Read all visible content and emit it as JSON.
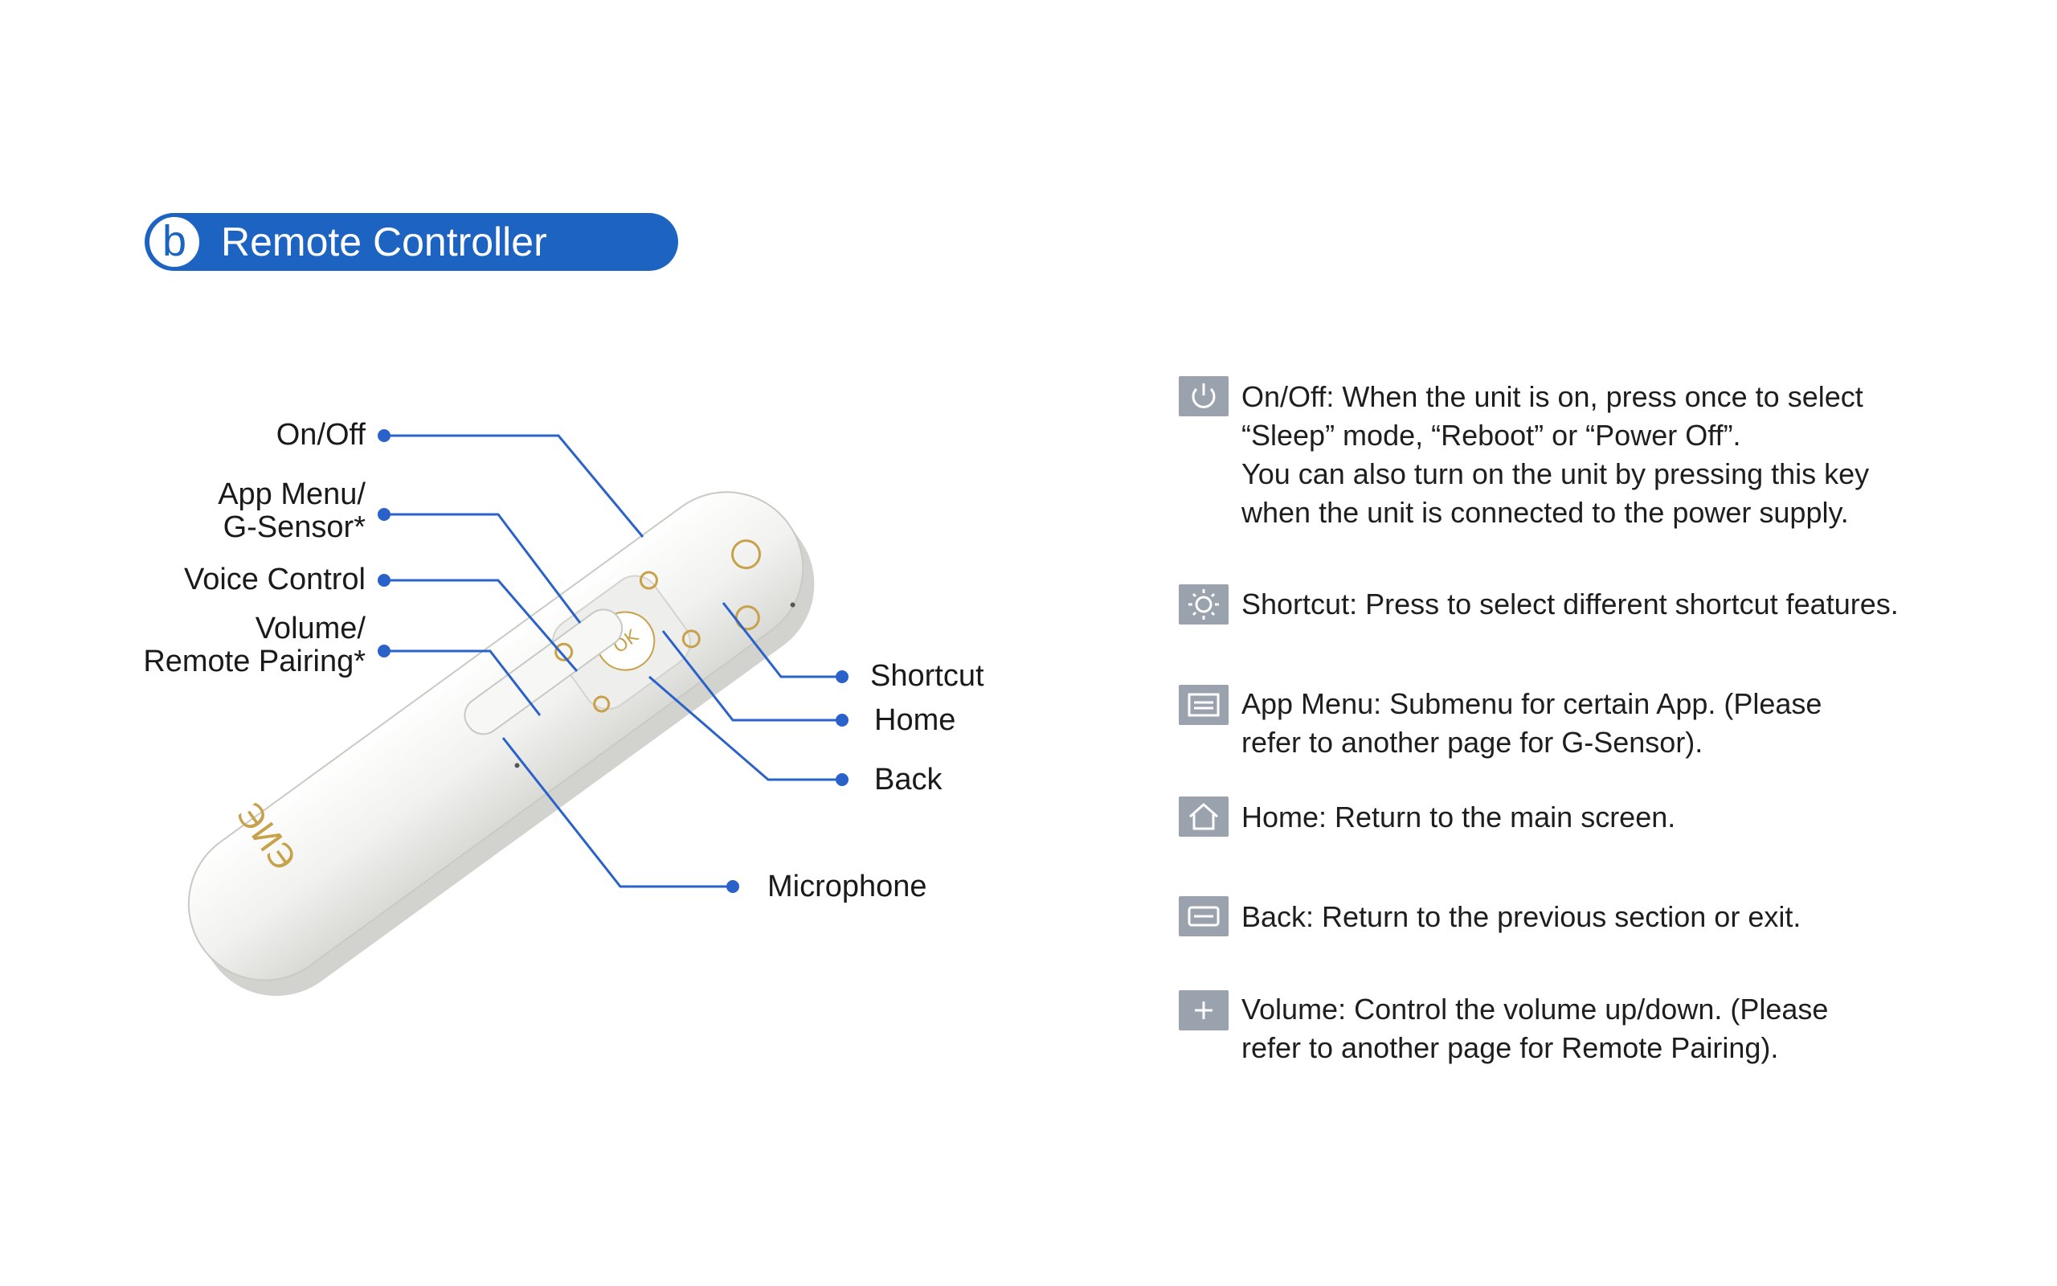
{
  "header": {
    "badge_letter": "b",
    "title": "Remote Controller"
  },
  "remote": {
    "brand_mark": "ЭИЭ"
  },
  "callouts_left": [
    {
      "id": "on-off",
      "lines": [
        "On/Off"
      ]
    },
    {
      "id": "app-menu",
      "lines": [
        "App Menu/",
        "G-Sensor*"
      ]
    },
    {
      "id": "voice-control",
      "lines": [
        "Voice Control"
      ]
    },
    {
      "id": "volume",
      "lines": [
        "Volume/",
        "Remote Pairing*"
      ]
    }
  ],
  "callouts_right": [
    {
      "id": "shortcut",
      "label": "Shortcut"
    },
    {
      "id": "home",
      "label": "Home"
    },
    {
      "id": "back",
      "label": "Back"
    },
    {
      "id": "microphone",
      "label": "Microphone"
    }
  ],
  "descriptions": [
    {
      "icon": "power-icon",
      "lines": [
        "On/Off: When the unit is on, press once to select",
        "“Sleep” mode, “Reboot” or “Power Off”.",
        " You can also turn on the unit by pressing this key",
        " when the unit is connected to the power supply."
      ]
    },
    {
      "icon": "shortcut-icon",
      "lines": [
        "Shortcut: Press to select different shortcut features."
      ]
    },
    {
      "icon": "menu-icon",
      "lines": [
        "App Menu: Submenu for certain App. (Please",
        "refer to another page for G-Sensor)."
      ]
    },
    {
      "icon": "home-icon",
      "lines": [
        "Home: Return to the main screen."
      ]
    },
    {
      "icon": "back-icon",
      "lines": [
        "Back: Return to the previous section or exit."
      ]
    },
    {
      "icon": "volume-icon",
      "lines": [
        "Volume: Control the volume up/down. (Please",
        "refer to another page for Remote Pairing)."
      ]
    }
  ],
  "colors": {
    "accent": "#1d63c2",
    "callout_line": "#2a62c9",
    "icon_bg": "#9aa2ad",
    "button_gold": "#c8a24a"
  }
}
